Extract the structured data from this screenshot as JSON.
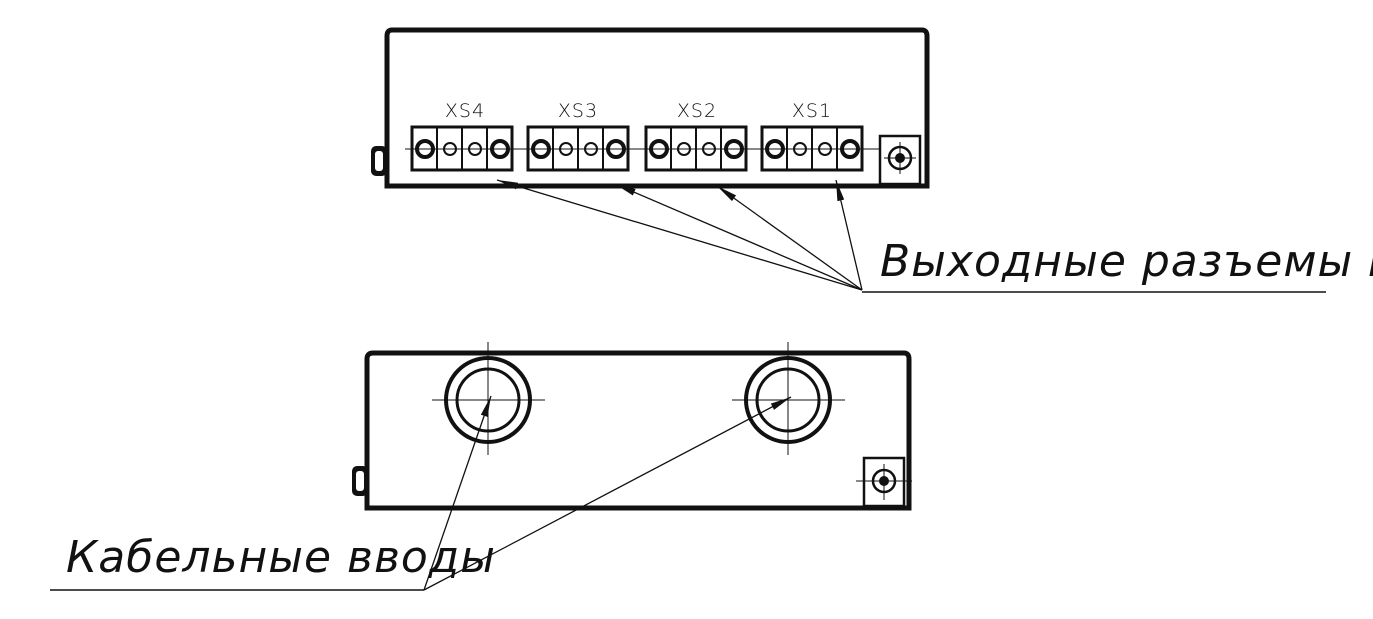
{
  "top_view": {
    "connectors": [
      {
        "label": "XS4"
      },
      {
        "label": "XS3"
      },
      {
        "label": "XS2"
      },
      {
        "label": "XS1"
      }
    ],
    "callout": "Выходные разъемы LC"
  },
  "bottom_view": {
    "callout": "Кабельные вводы"
  },
  "colors": {
    "line": "#111111",
    "background": "#ffffff"
  }
}
